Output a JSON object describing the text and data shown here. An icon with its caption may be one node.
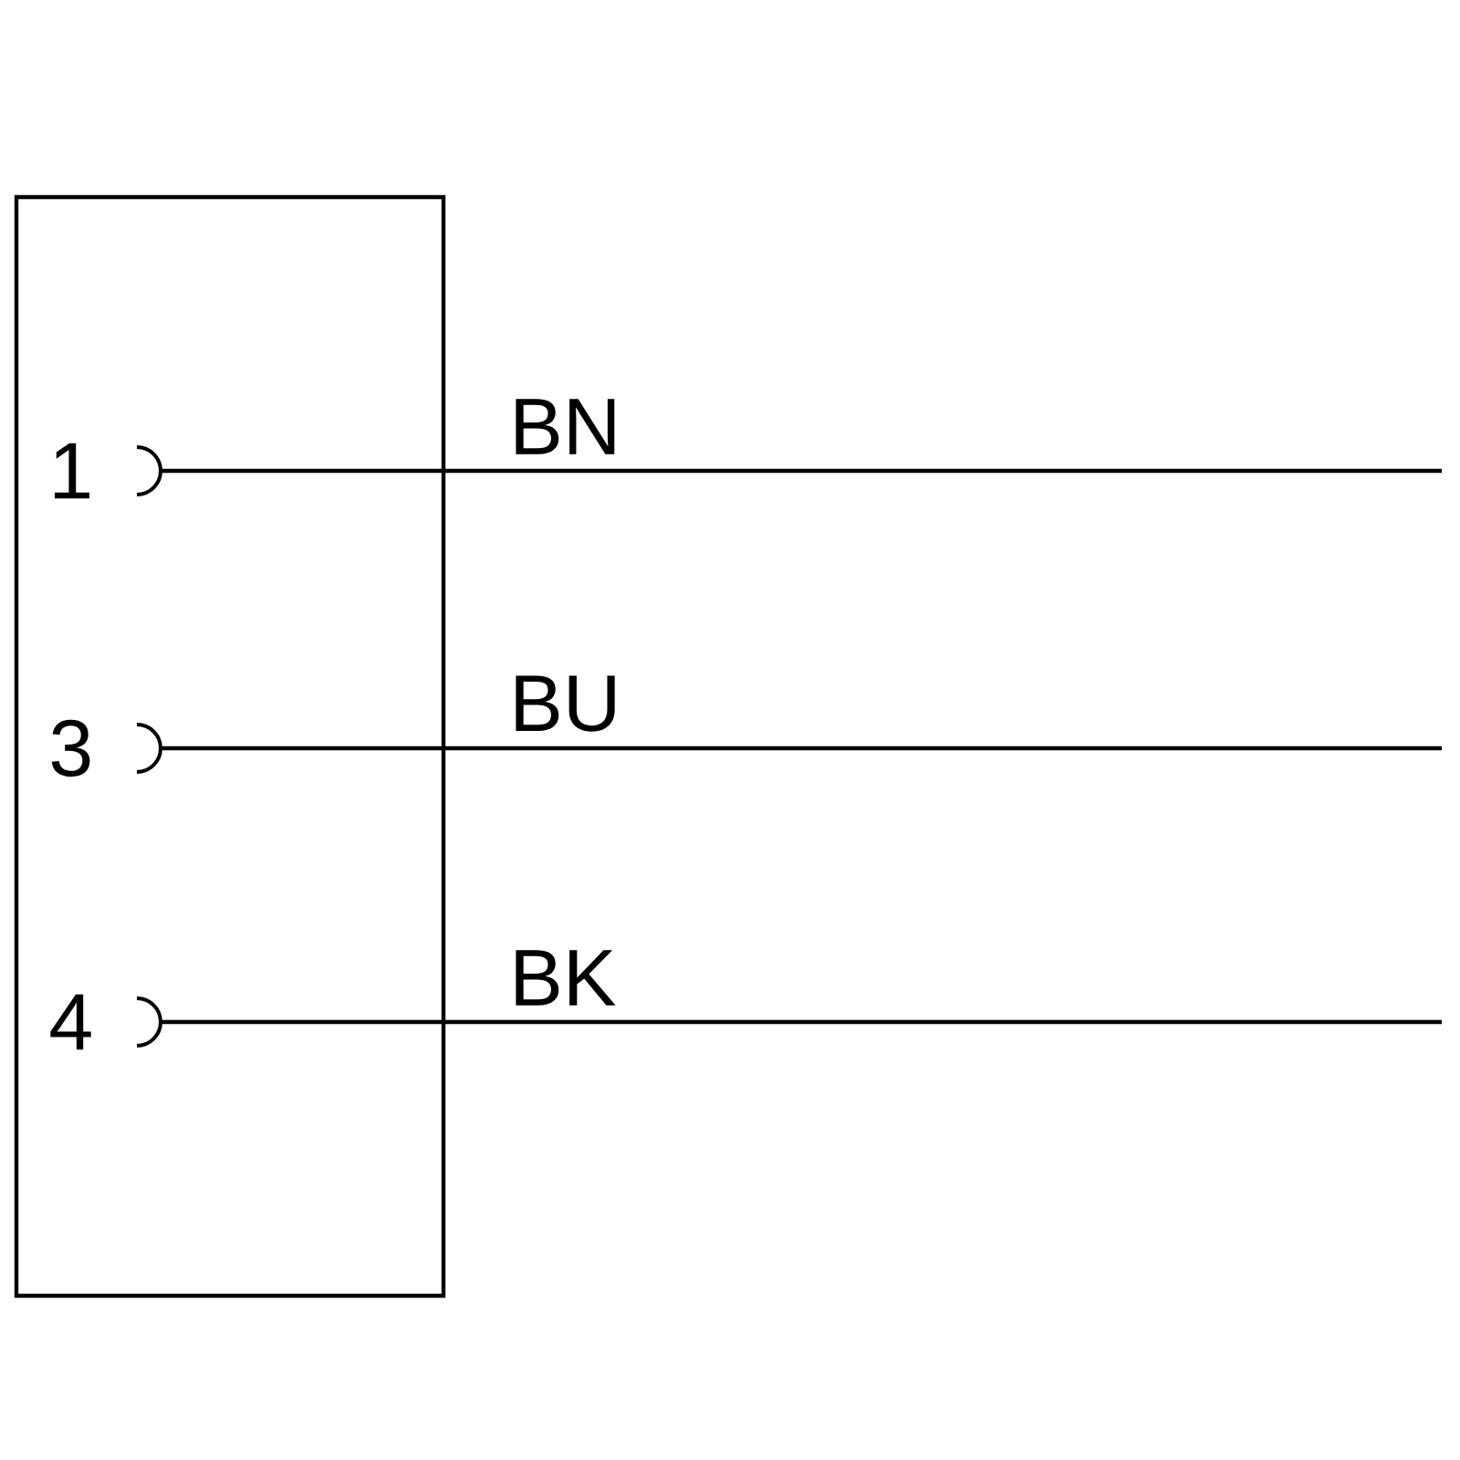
{
  "diagram": {
    "nodes": [
      {
        "text": [],
        "shape": "box"
      },
      {
        "text": [
          "1"
        ],
        "in": 0
      },
      {
        "text": [
          "3"
        ],
        "in": 0
      },
      {
        "text": [
          "4"
        ],
        "in": 0
      }
    ],
    "edges": [
      {
        "from": 1,
        "to": null,
        "arrow": "none",
        "label": "BN"
      },
      {
        "from": 2,
        "to": null,
        "arrow": "none",
        "label": "BU"
      },
      {
        "from": 3,
        "to": null,
        "arrow": "none",
        "label": "BK"
      }
    ]
  }
}
